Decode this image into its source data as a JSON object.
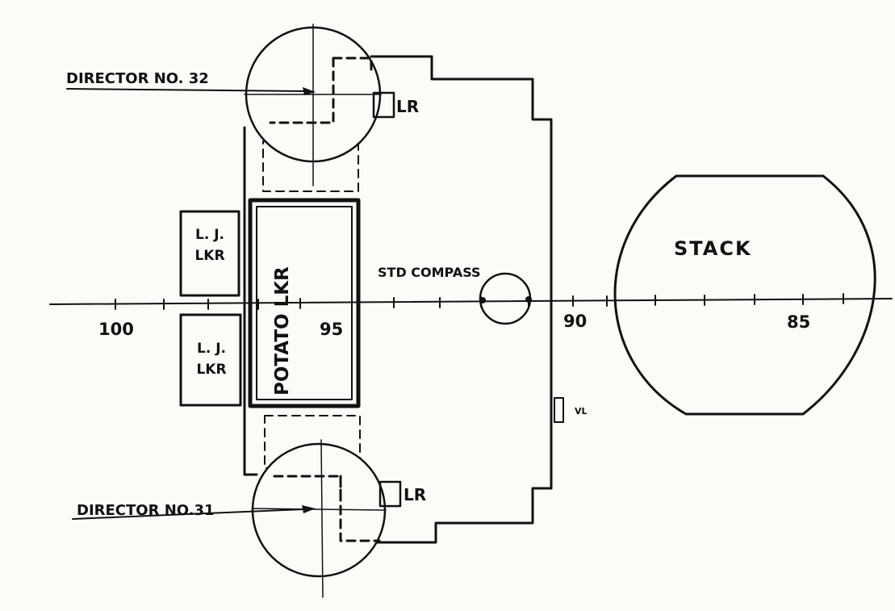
{
  "labels": {
    "director_top": "DIRECTOR NO. 32",
    "director_bottom": "DIRECTOR NO.31",
    "lr_top": "LR",
    "lr_bottom": "LR",
    "stack": "STACK",
    "compass": "STD COMPASS",
    "potato": "POTATO LKR",
    "lj_top_line1": "L. J.",
    "lj_top_line2": "LKR",
    "lj_bottom_line1": "L. J.",
    "lj_bottom_line2": "LKR",
    "vl": "VL"
  },
  "frame_numbers": [
    "100",
    "95",
    "90",
    "85"
  ]
}
